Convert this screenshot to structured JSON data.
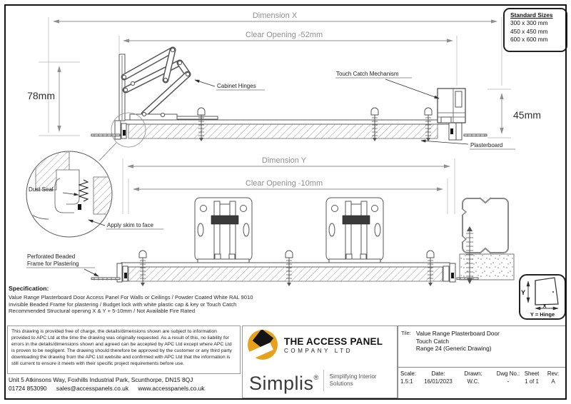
{
  "standard_sizes": {
    "title": "Standard Sizes",
    "items": [
      "300 x 300 mm",
      "450 x 450 mm",
      "600 x 600 mm"
    ]
  },
  "dims": {
    "dimension_x": "Dimension X",
    "clear_opening_x": "Clear Opening -52mm",
    "dimension_y": "Dimension Y",
    "clear_opening_y": "Clear Opening -10mm",
    "door_height": "78mm",
    "frame_depth": "45mm"
  },
  "callouts": {
    "cabinet_hinges": "Cabinet Hinges",
    "touch_catch": "Touch Catch Mechanism",
    "plasterboard": "Plasterboard",
    "dust_seal": "Dust Seal",
    "apply_skim": "Apply skim to face",
    "perforated_frame_1": "Perforated Beaded",
    "perforated_frame_2": "Frame for Plastering"
  },
  "specification": {
    "heading": "Specification:",
    "line1": "Value Range Plasterboard Door Access Panel For Walls or Ceilings / Powder Coated White RAL 9010",
    "line2": "Invisible Beaded Frame for plastering / Budget lock with white plastic cap & key or Touch Catch",
    "line3": "Recommended Structural opening X & Y + 5-10mm / Not Available Fire Rated"
  },
  "disclaimer": "This drawing is provided free of charge, the details/dimensions shown are subject to information provided to APC Ltd at the time the drawing was originally requested. As a result of this, no liability for errors in the details/dimensions shown and agreed can be accepted by APC Ltd except where APC Ltd is proven to be negligent. The drawing should therefore be approved by the customer or any third party downloading the drawing from the APC Ltd website and confirmed with APC Ltd that the information is still current to ensure it meets with their specific project requirements before use.",
  "address": {
    "line1": "Unit 5 Atkinsons Way, Foxhills Industrial Park, Scunthorpe, DN15 8QJ",
    "phone": "01724 853090",
    "email": "sales@accesspanels.co.uk",
    "website": "www.accesspanels.co.uk"
  },
  "brand": {
    "name": "THE ACCESS PANEL",
    "sub": "COMPANY LTD",
    "simplis": "Simplis",
    "registered": "®",
    "tagline_1": "Simplifying Interior",
    "tagline_2": "Solutions",
    "logo_color": "#e6a21d"
  },
  "title_block": {
    "label": "Tile:",
    "title_line1": "Value Range Plasterboard Door",
    "title_line2": "Touch Catch",
    "title_line3": "Range 24 (Generic Drawing)",
    "fields": [
      {
        "label": "Scale:",
        "value": "1.5:1"
      },
      {
        "label": "Date:",
        "value": "16/01/2023"
      },
      {
        "label": "Drawn:",
        "value": "W.C."
      },
      {
        "label": "Dwg No.:",
        "value": "-"
      },
      {
        "label": "Sheet",
        "value": "1 of 1"
      },
      {
        "label": "Rev:",
        "value": "A"
      }
    ]
  },
  "hinge_key": {
    "y_label": "Y",
    "x_label": "X",
    "caption": "Y = Hinge"
  }
}
